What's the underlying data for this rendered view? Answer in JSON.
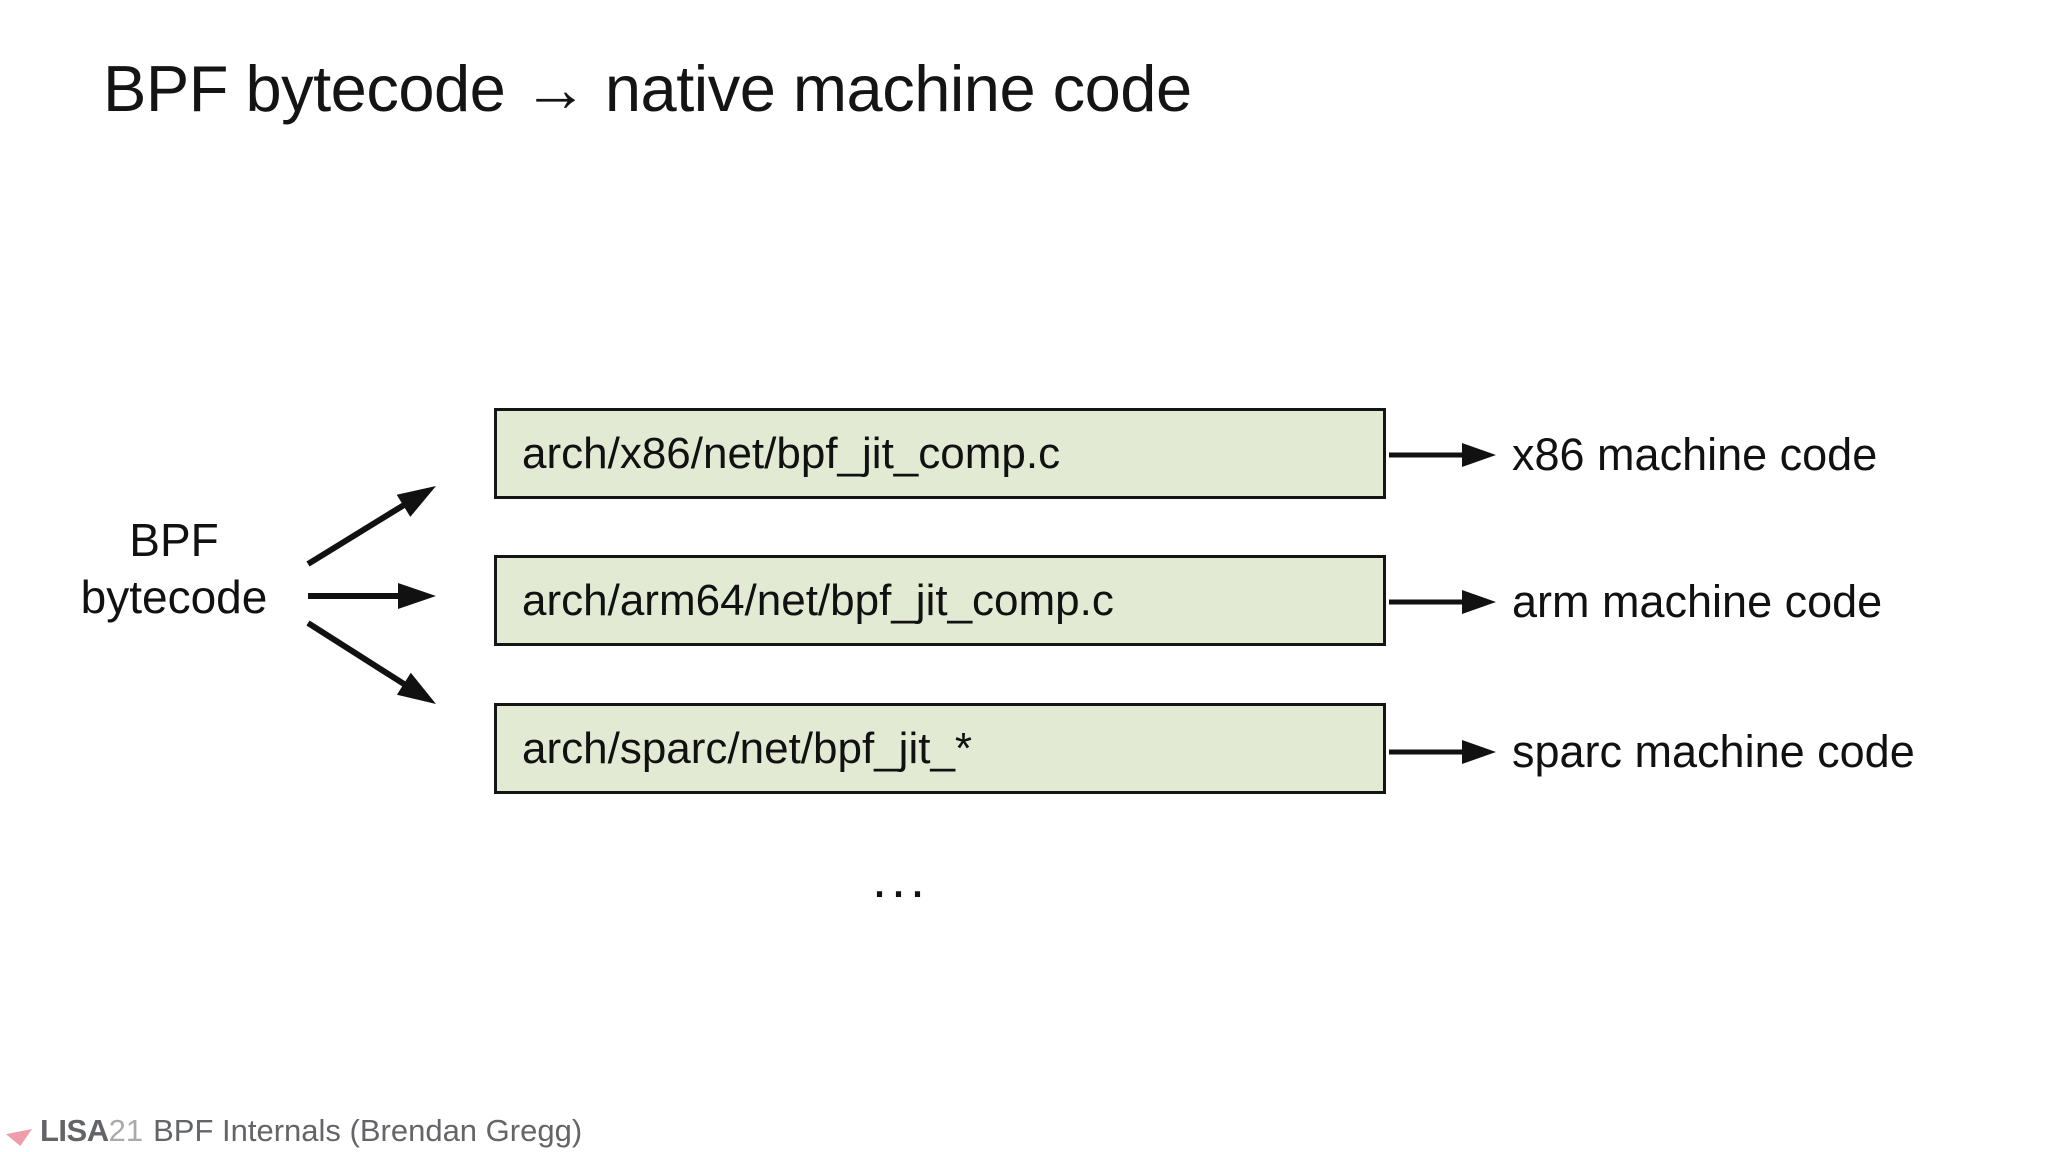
{
  "slide": {
    "title": "BPF bytecode → native machine code"
  },
  "diagram": {
    "source": {
      "line1": "BPF",
      "line2": "bytecode"
    },
    "rows": [
      {
        "file": "arch/x86/net/bpf_jit_comp.c",
        "output": "x86 machine code"
      },
      {
        "file": "arch/arm64/net/bpf_jit_comp.c",
        "output": "arm machine code"
      },
      {
        "file": "arch/sparc/net/bpf_jit_*",
        "output": "sparc machine code"
      }
    ],
    "ellipsis": "...",
    "box_fill": "#e2ead3",
    "box_border": "#151515",
    "arrow_color": "#111111"
  },
  "footer": {
    "brand": "LISA",
    "year": "21",
    "text": "BPF Internals (Brendan Gregg)",
    "brand_color": "#636467",
    "year_color": "#a8aaac",
    "text_color": "#646569",
    "accent_pink": "#f19cab"
  }
}
